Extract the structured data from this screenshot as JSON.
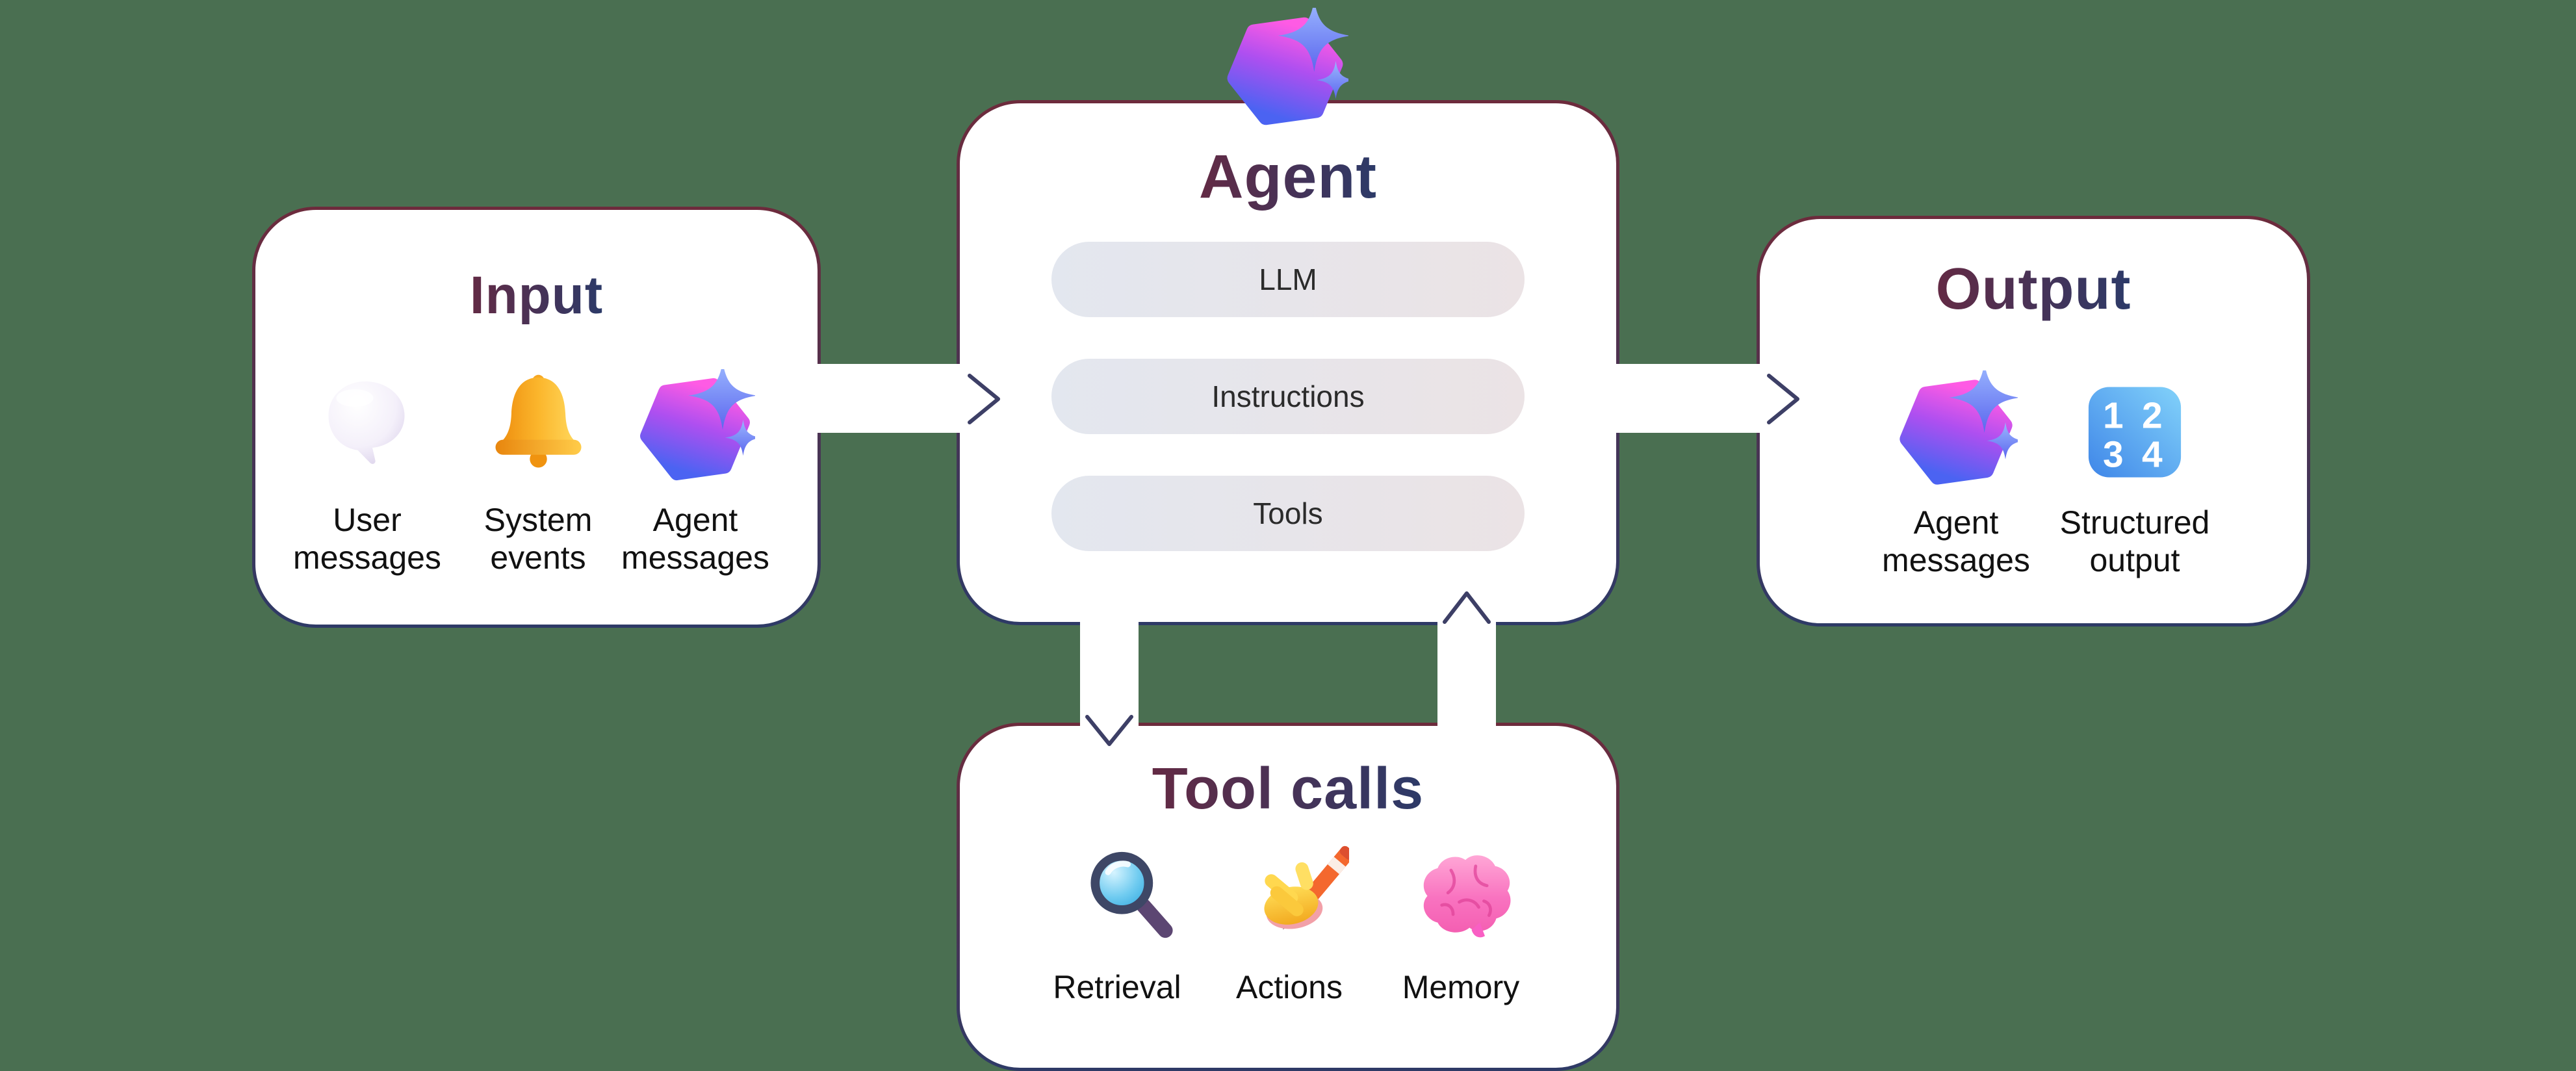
{
  "palette": {
    "page_background": "#4A6F51",
    "box_fill": "#FFFFFF",
    "border_top": "#6D2B3C",
    "border_bottom": "#2E3A66",
    "title_gradient_start": "#632A44",
    "title_gradient_end": "#2C3A68",
    "pill_gradient_start": "#E3E7EF",
    "pill_gradient_end": "#EBE3E5",
    "pill_text_color": "#2B2B2B",
    "label_color": "#111111",
    "arrow_color": "#3D3F66",
    "hexagon_gradient": [
      "#FE5BE4",
      "#AE4FF0",
      "#4B63F2"
    ]
  },
  "agent_badge": {
    "icon": "ai-hexagon-icon"
  },
  "boxes": {
    "input": {
      "title": "Input",
      "items": [
        {
          "icon": "speech-balloon-icon",
          "label": "User messages"
        },
        {
          "icon": "bell-icon",
          "label": "System events"
        },
        {
          "icon": "ai-hexagon-icon",
          "label": "Agent messages"
        }
      ]
    },
    "agent": {
      "title": "Agent",
      "pills": [
        {
          "label": "LLM"
        },
        {
          "label": "Instructions"
        },
        {
          "label": "Tools"
        }
      ]
    },
    "output": {
      "title": "Output",
      "items": [
        {
          "icon": "ai-hexagon-icon",
          "label": "Agent messages"
        },
        {
          "icon": "input-numbers-icon",
          "label": "Structured output",
          "digits_row1": "1 2",
          "digits_row2": "3 4"
        }
      ]
    },
    "tool_calls": {
      "title": "Tool calls",
      "items": [
        {
          "icon": "magnifying-glass-icon",
          "label": "Retrieval"
        },
        {
          "icon": "writing-hand-icon",
          "label": "Actions"
        },
        {
          "icon": "brain-icon",
          "label": "Memory"
        }
      ]
    }
  },
  "connectors": [
    {
      "name": "input-to-agent",
      "direction": "right"
    },
    {
      "name": "agent-to-output",
      "direction": "right"
    },
    {
      "name": "agent-to-tool-calls",
      "direction": "down"
    },
    {
      "name": "tool-calls-to-agent",
      "direction": "up"
    }
  ]
}
